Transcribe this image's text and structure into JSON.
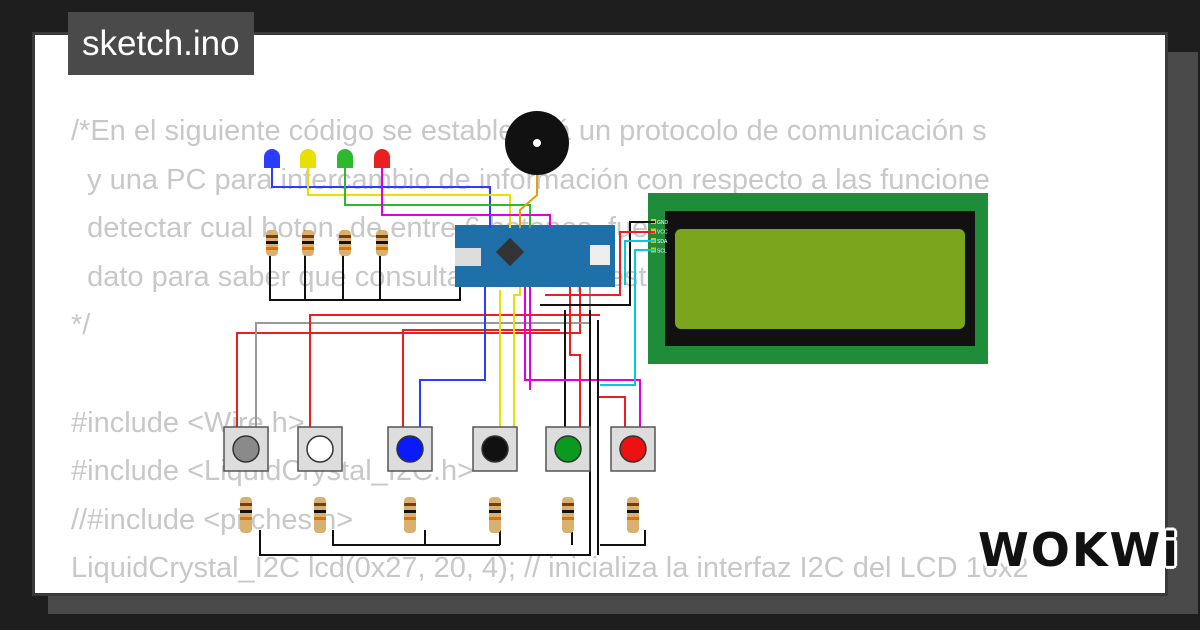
{
  "title": "sketch.ino",
  "logo": "WOKWi",
  "code_lines": [
    "/*En el siguiente código se establecerá un protocolo de comunicación s",
    "  y una PC para intercambio de información con respecto a las funcione",
    "  detectar cual boton, de entre 6 botones, fue presionado primero e",
    "  dato para saber que consultar a la respuesta",
    "*/",
    "",
    "#include <Wire.h>",
    "#include <LiquidCrystal_I2C.h>",
    "//#include <pitches.h>",
    "LiquidCrystal_I2C lcd(0x27, 20, 4); // inicializa la interfaz I2C del LCD 16x2"
  ],
  "lcd_pins": [
    "GND",
    "VCC",
    "SDA",
    "SCL"
  ],
  "colors": {
    "led_colors": [
      "#2a3cff",
      "#e8e000",
      "#2eb82e",
      "#e82020"
    ],
    "button_caps": [
      "#8a8a8a",
      "#ffffff",
      "#0a1aff",
      "#111111",
      "#0a9a20",
      "#ee1111"
    ],
    "lcd_board": "#1f8c3a",
    "lcd_screen": "#7aa51c",
    "arduino_board": "#1f6fa8"
  }
}
